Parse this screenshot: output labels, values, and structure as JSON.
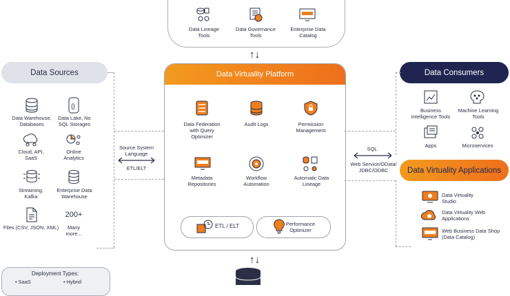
{
  "top_tools": {
    "items": [
      {
        "label": "Data Lineage Tools"
      },
      {
        "label": "Data Governance Tools"
      },
      {
        "label": "Enterprise Data Catalog"
      }
    ]
  },
  "sources": {
    "title": "Data Sources",
    "items": [
      {
        "label": "Data Warehouse, Databases"
      },
      {
        "label": "Data Lake, No SQL Storages"
      },
      {
        "label": "Cloud, API, SaaS"
      },
      {
        "label": "Online Analytics"
      },
      {
        "label": "Streaming, Kafka"
      },
      {
        "label": "Enterprise Data Warehouse"
      },
      {
        "label": "Files (CSV, JSON, XML)"
      }
    ],
    "more_value": "200+",
    "more_label": "Many more..."
  },
  "left_connector": {
    "line1": "Source System",
    "line2": "Language",
    "line3": "ETL/ELT"
  },
  "platform": {
    "title": "Data Virtuality Platform",
    "features": [
      {
        "label": "Data Federation with Query Optimizer"
      },
      {
        "label": "Audit Logs"
      },
      {
        "label": "Permission Management"
      },
      {
        "label": "Metadata Repositories"
      },
      {
        "label": "Workflow Automation"
      },
      {
        "label": "Automatic Data Lineage"
      }
    ],
    "etl_label": "ETL / ELT",
    "perf_label": "Performance Optimizer"
  },
  "right_connector": {
    "line1": "SQL",
    "line2": "Web Service/OData/",
    "line3": "JDBC/ODBC"
  },
  "consumers": {
    "title": "Data Consumers",
    "items": [
      {
        "label": "Business Intelligence Tools"
      },
      {
        "label": "Machine Learning Tools"
      },
      {
        "label": "Apps"
      },
      {
        "label": "Microservices"
      }
    ]
  },
  "applications": {
    "title": "Data Virtuality Applications",
    "items": [
      {
        "label": "Data Virtuality Studio"
      },
      {
        "label": "Data Virtuality Web Applications"
      },
      {
        "label": "Web Business Data Shop (Data Catalog)"
      }
    ]
  },
  "deployment": {
    "title": "Deployment Types:",
    "items": [
      "SaaS",
      "Hybrid"
    ]
  },
  "colors": {
    "orange": "#f07f1d",
    "navy": "#1f2550",
    "gray_header": "#dfe2e8"
  }
}
